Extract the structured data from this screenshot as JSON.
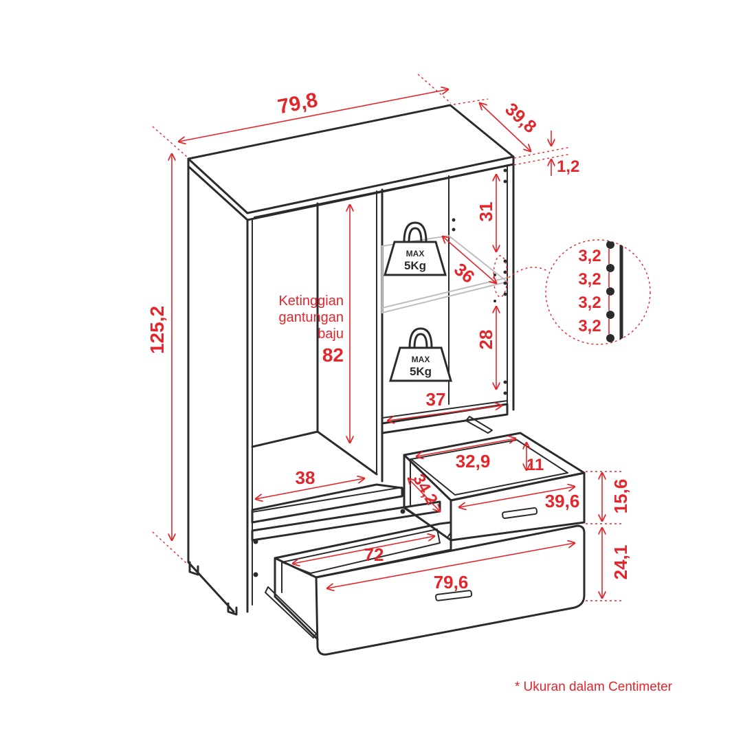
{
  "dimensions": {
    "width": "79,8",
    "depth": "39,8",
    "top_thickness": "1,2",
    "height": "125,2",
    "shelf_gap_top": "31",
    "shelf_depth": "36",
    "shelf_gap_bottom": "28",
    "shelf_width": "37",
    "hanging_width": "38",
    "small_drawer_inner_width": "32,9",
    "small_drawer_inner_height": "11",
    "small_drawer_depth": "34,2",
    "small_drawer_front_width": "39,6",
    "small_drawer_height": "15,6",
    "large_drawer_depth": "72",
    "large_drawer_front_width": "79,6",
    "large_drawer_height": "24,1"
  },
  "hanging_label": {
    "line1": "Ketinggian",
    "line2": "gantungan",
    "line3": "baju",
    "value": "82"
  },
  "weight_badges": [
    {
      "max_label": "MAX",
      "weight": "5Kg"
    },
    {
      "max_label": "MAX",
      "weight": "5Kg"
    }
  ],
  "hole_spacing": [
    "3,2",
    "3,2",
    "3,2",
    "3,2"
  ],
  "footnote": "* Ukuran dalam Centimeter",
  "colors": {
    "dimension": "#e1262c",
    "line": "#2b2b2b",
    "glass": "#bdbdbd"
  }
}
